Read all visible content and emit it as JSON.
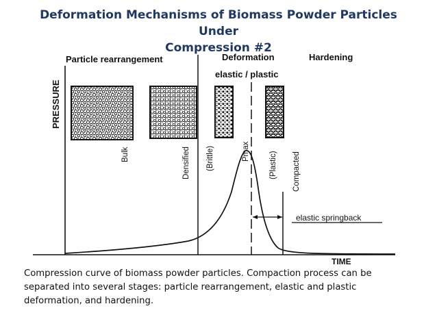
{
  "slide": {
    "title_line1": "Deformation Mechanisms of Biomass Powder Particles Under",
    "title_line2": "Compression #2",
    "caption": "Compression curve of biomass powder particles. Compaction process can be separated into several stages: particle rearrangement, elastic and plastic deformation, and hardening."
  },
  "diagram": {
    "stage_labels": {
      "rearrangement": "Particle rearrangement",
      "deformation": "Deformation",
      "hardening": "Hardening",
      "elastic_plastic": "elastic / plastic"
    },
    "axis": {
      "y": "PRESSURE",
      "x": "TIME"
    },
    "markers": {
      "bulk": "Bulk",
      "densified": "Densified",
      "brittle": "(Brittle)",
      "pmax": "Pmax",
      "plastic": "(Plastic)",
      "compacted": "Compacted"
    },
    "annotation": "elastic springback",
    "colors": {
      "ink": "#111111",
      "title": "#1f3864"
    }
  }
}
